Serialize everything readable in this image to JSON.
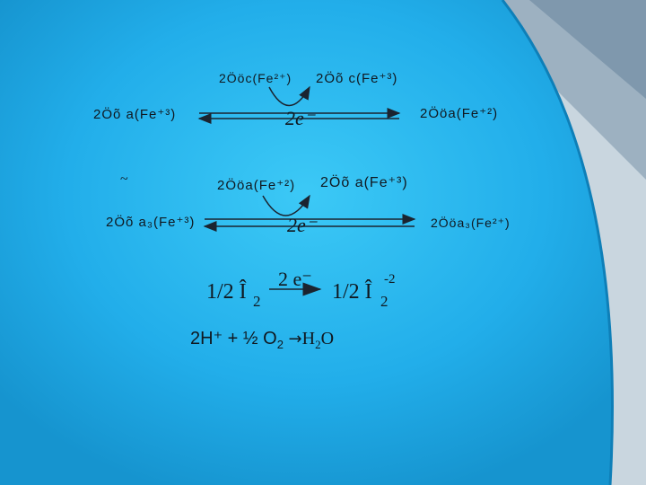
{
  "row1": {
    "top_left": "2Ööc(Fe²⁺)",
    "top_right": "2Öõ c(Fe⁺³)",
    "left": "2Öõ a(Fe⁺³)",
    "right": "2Ööa(Fe⁺²)",
    "electrons": "2e⁻"
  },
  "row2": {
    "stray_mark": "~",
    "top_left": "2Ööa(Fe⁺²)",
    "top_right": "2Öõ a(Fe⁺³)",
    "left": "2Öõ a₃(Fe⁺³)",
    "right": "2Ööa₃(Fe²⁺)",
    "electrons": "2e⁻"
  },
  "row3": {
    "left_coef": "1/2 Î",
    "left_sub": "2",
    "electrons": "2 e⁻",
    "right_coef": "1/2 Î",
    "right_sub": "2",
    "right_sup": "-2"
  },
  "equation": {
    "part1": "2H⁺ + ½ O",
    "sub1": "2",
    "arrow": "→",
    "part2": "H",
    "sub2": "2",
    "part3": "O"
  },
  "colors": {
    "panel": "#1aa6e6",
    "panel_light": "#35c3f4",
    "arrow": "#1b2430"
  }
}
